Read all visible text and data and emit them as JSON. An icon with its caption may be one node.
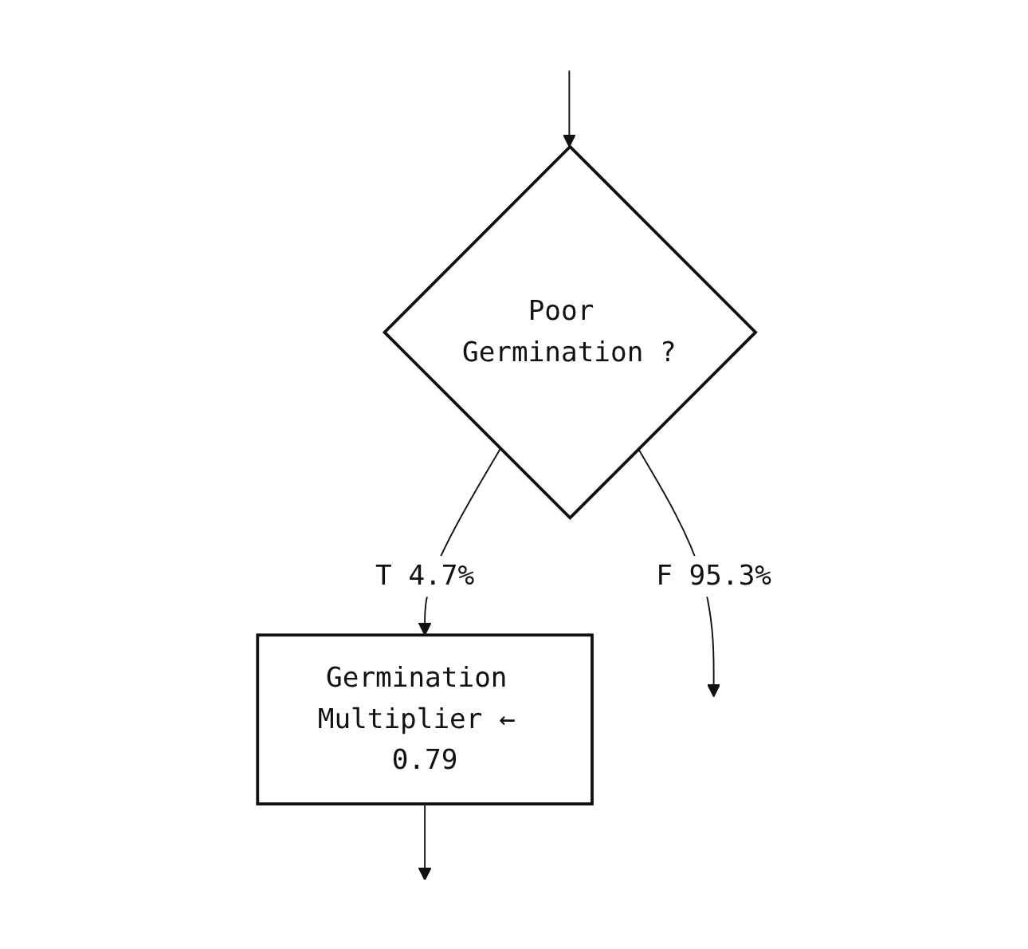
{
  "diagram": {
    "nodes": [
      {
        "text": [
          "Poor Germination ?"
        ]
      },
      {
        "text": [
          "Germination Multiplier ← 0.79"
        ]
      }
    ],
    "edges": [
      {
        "from": null,
        "to": 0,
        "arrow": "to"
      },
      {
        "from": 0,
        "to": 1,
        "label": "T 4.7%",
        "arrow": "to"
      },
      {
        "from": 0,
        "to": null,
        "label": "F 95.3%",
        "arrow": "to"
      },
      {
        "from": 1,
        "to": null,
        "arrow": "to"
      }
    ]
  }
}
